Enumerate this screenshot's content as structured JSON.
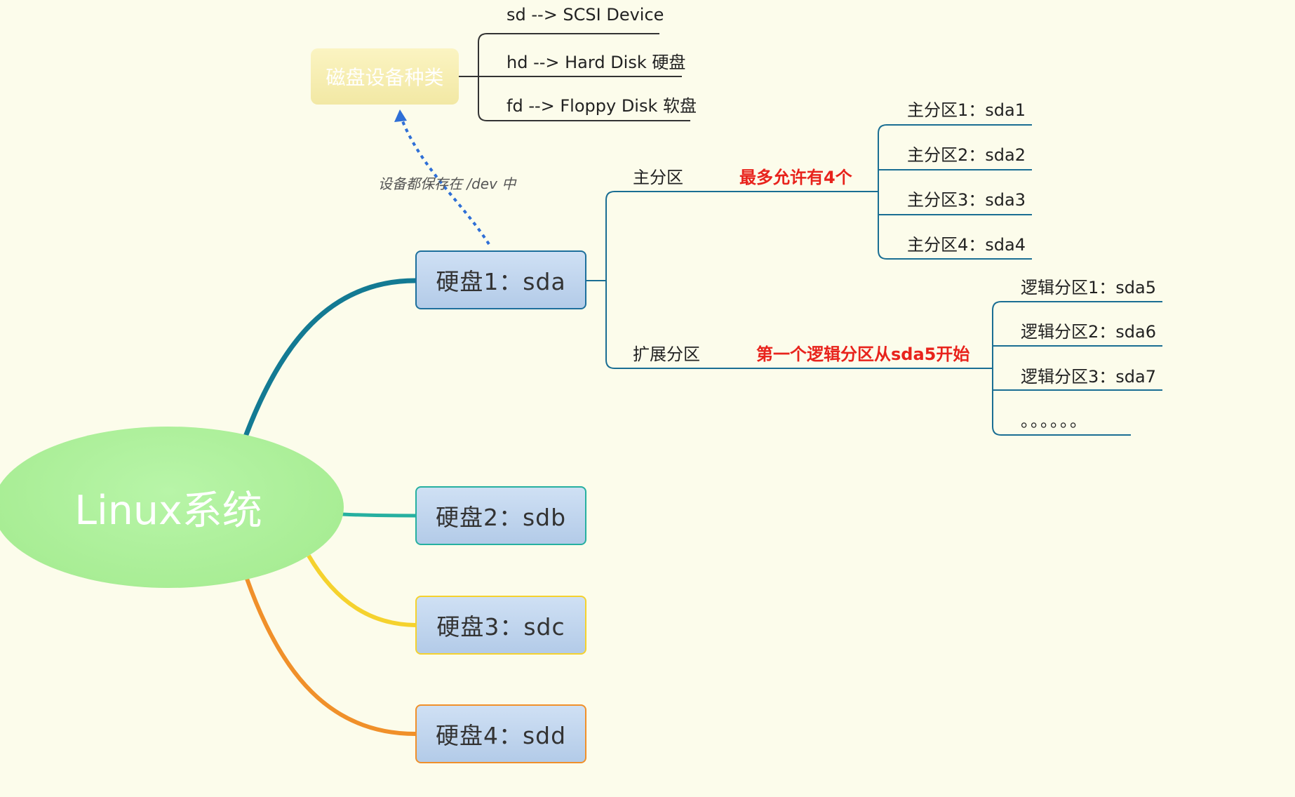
{
  "root": {
    "label": "Linux系统",
    "color": "#a8ee92"
  },
  "disk_type": {
    "label": "磁盘设备种类",
    "items": [
      "sd --> SCSI Device",
      "hd --> Hard Disk 硬盘",
      "fd --> Floppy Disk 软盘"
    ]
  },
  "relation_note": "设备都保存在 /dev 中",
  "disks": [
    {
      "label": "硬盘1：sda",
      "branch_color": "#137a93"
    },
    {
      "label": "硬盘2：sdb",
      "branch_color": "#26b0a0"
    },
    {
      "label": "硬盘3：sdc",
      "branch_color": "#f5d22e"
    },
    {
      "label": "硬盘4：sdd",
      "branch_color": "#f0902a"
    }
  ],
  "sda": {
    "primary": {
      "label": "主分区",
      "note": "最多允许有4个",
      "items": [
        "主分区1：sda1",
        "主分区2：sda2",
        "主分区3：sda3",
        "主分区4：sda4"
      ]
    },
    "extended": {
      "label": "扩展分区",
      "note": "第一个逻辑分区从sda5开始",
      "items": [
        "逻辑分区1：sda5",
        "逻辑分区2：sda6",
        "逻辑分区3：sda7",
        "。。。。。。"
      ]
    }
  }
}
